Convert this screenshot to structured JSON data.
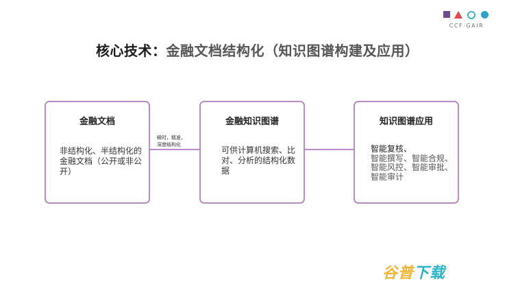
{
  "logo": {
    "text": "CCF·GAIR",
    "colors": {
      "square": "#6e4d8f",
      "triangle": "#e5484d",
      "ring": "#3cb4c8",
      "dot": "#2fa2c8"
    }
  },
  "title": {
    "lead": "核心技术：",
    "main": "金融文档结构化（知识图谱构建及应用）"
  },
  "boxes": [
    {
      "title": "金融文档",
      "body": "非结构化、半结构化的金融文档（公开或非公开）"
    },
    {
      "title": "金融知识图谱",
      "body": "可供计算机搜索、比对、分析的结构化数据"
    },
    {
      "title": "知识图谱应用",
      "items": [
        "智能复核、",
        "智能撰写、智能合规、",
        "智能风控、智能审批、",
        "智能审计"
      ]
    }
  ],
  "connector_label": {
    "line1": "瞬时，精准，",
    "line2": "深度结构化"
  },
  "watermark": {
    "head": "谷普",
    "tail": "下载"
  },
  "colors": {
    "box_border": "#b98ac4",
    "connector": "#b98ac4",
    "title_dark": "#1a1a1a",
    "title_gray": "#555555"
  }
}
